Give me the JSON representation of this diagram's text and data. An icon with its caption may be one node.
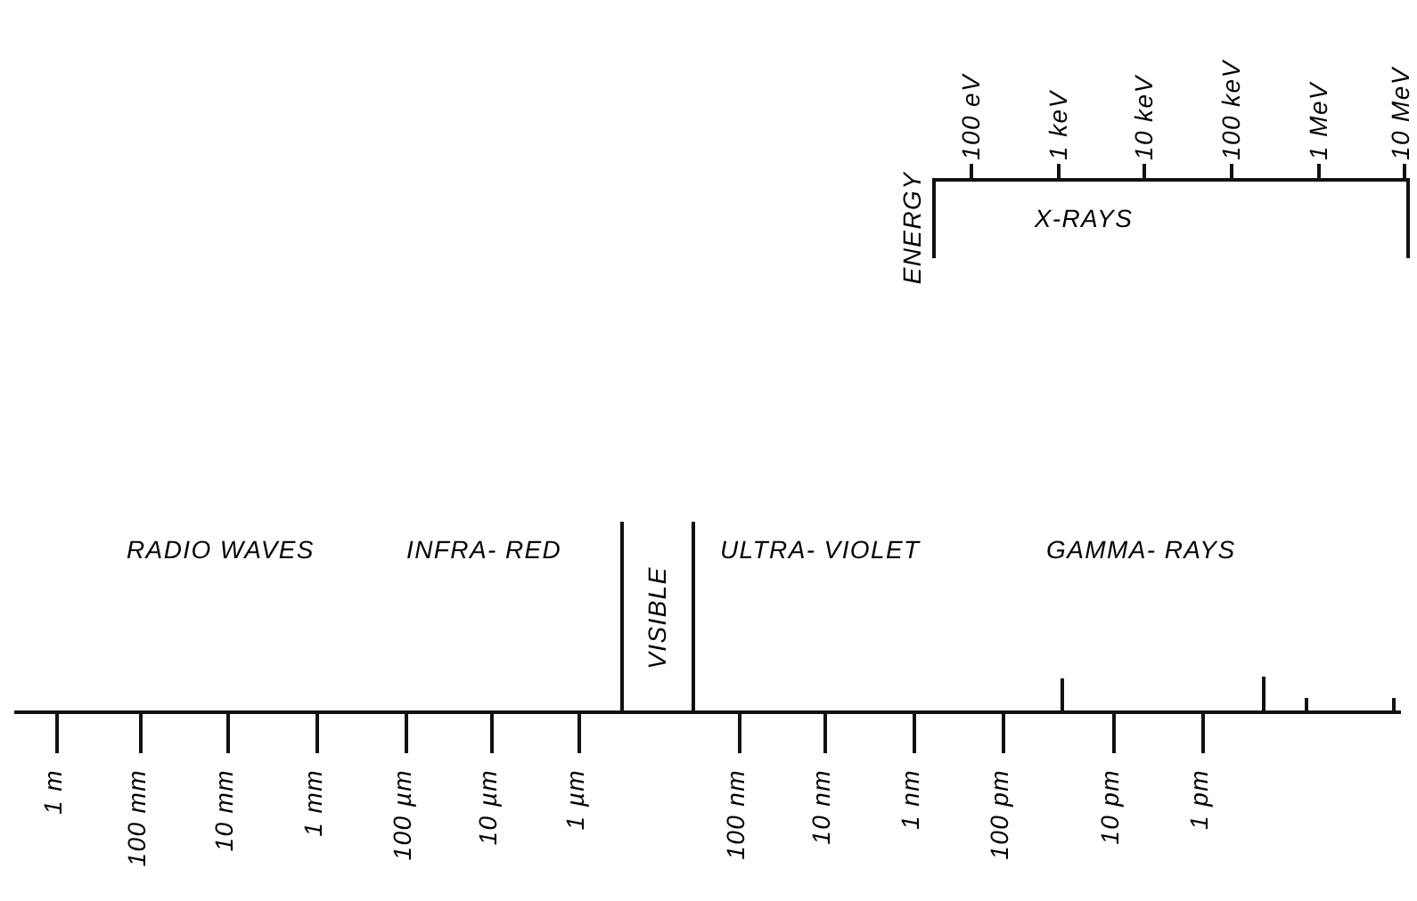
{
  "diagram": {
    "labels": [
      "100 eV",
      "1 keV",
      "10 keV",
      "100 keV",
      "1 MeV",
      "10 MeV",
      "ENERGY",
      "X-RAYS",
      "RADIO WAVES",
      "INFRA- RED",
      "VISIBLE",
      "ULTRA- VIOLET",
      "GAMMA- RAYS",
      "1 m",
      "100 mm",
      "10 mm",
      "1 mm",
      "100 µm",
      "10 µm",
      "1 µm",
      "100 nm",
      "10 nm",
      "1 nm",
      "100 pm",
      "10 pm",
      "1 pm"
    ]
  }
}
